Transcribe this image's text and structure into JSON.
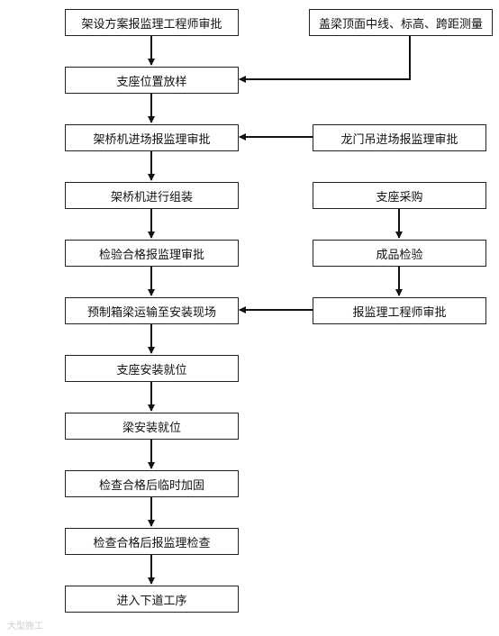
{
  "left_steps": [
    "架设方案报监理工程师审批",
    "支座位置放样",
    "架桥机进场报监理审批",
    "架桥机进行组装",
    "检验合格报监理审批",
    "预制箱梁运输至安装现场",
    "支座安装就位",
    "梁安装就位",
    "检查合格后临时加固",
    "检查合格后报监理检查",
    "进入下道工序"
  ],
  "right_steps": {
    "survey": "盖梁顶面中线、标高、跨距测量",
    "gantry": "龙门吊进场报监理审批",
    "purchase": "支座采购",
    "inspection": "成品检验",
    "approval": "报监理工程师审批"
  },
  "watermark": "大型施工"
}
